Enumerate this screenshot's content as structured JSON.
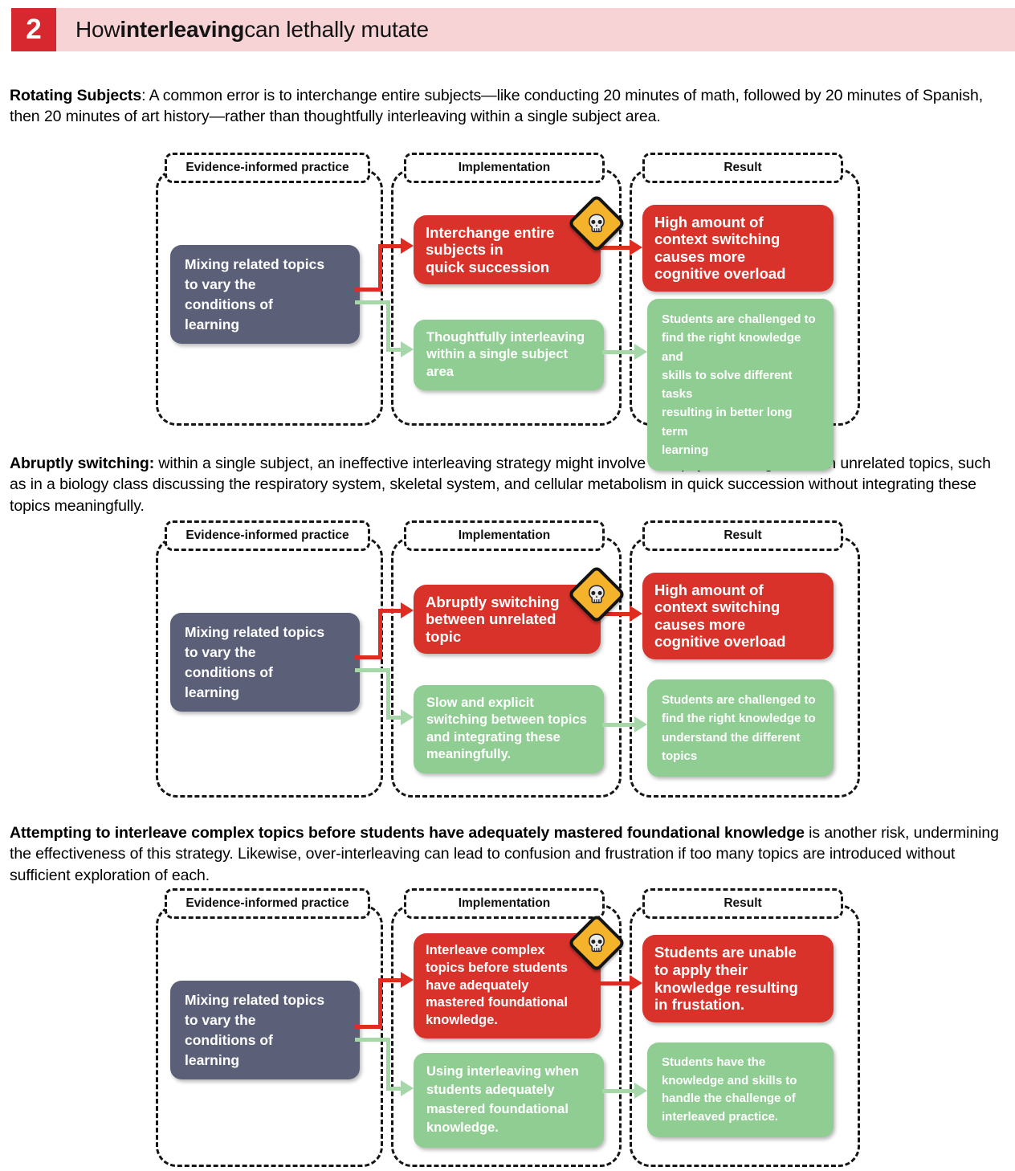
{
  "header": {
    "number": "2",
    "title_prefix": "How ",
    "title_bold": "interleaving",
    "title_suffix": " can lethally mutate"
  },
  "paragraphs": [
    {
      "bold": "Rotating Subjects",
      "rest": ": A common error is to interchange entire subjects—like conducting 20 minutes of math, followed by 20 minutes of Spanish, then 20 minutes of art history—rather than thoughtfully interleaving within a single subject area."
    },
    {
      "bold": "Abruptly switching:",
      "rest": " within a single subject, an ineffective interleaving strategy might involve abruptly switching between unrelated topics, such as in a biology class discussing the respiratory system, skeletal system, and cellular metabolism in quick succession without integrating these topics meaningfully."
    },
    {
      "bold": "Attempting to interleave complex topics before students have adequately mastered foundational knowledge",
      "rest": " is another risk, undermining the effectiveness of this strategy. Likewise, over-interleaving can lead to confusion and frustration if too many topics are introduced without sufficient exploration of each."
    }
  ],
  "column_labels": [
    "Evidence-informed practice",
    "Implementation",
    "Result"
  ],
  "practice_text": "Mixing related topics\nto vary the\nconditions of\nlearning",
  "diagrams": [
    {
      "impl_bad": "Interchange entire\nsubjects in\nquick succession",
      "impl_good": "Thoughtfully interleaving\nwithin a single subject\narea",
      "result_bad": "High amount of\ncontext switching\ncauses more\ncognitive overload",
      "result_good": "Students are challenged to\nfind the right knowledge and\nskills to solve different tasks\nresulting in better long term\nlearning"
    },
    {
      "impl_bad": "Abruptly switching\nbetween unrelated\ntopic",
      "impl_good": "Slow and explicit\nswitching between topics\nand integrating these\nmeaningfully.",
      "result_bad": "High amount of\ncontext switching\ncauses more\ncognitive overload",
      "result_good": "Students are challenged to\nfind the right knowledge to\nunderstand the different\ntopics"
    },
    {
      "impl_bad": "Interleave complex\ntopics before students\nhave adequately\nmastered foundational\nknowledge.",
      "impl_good": "Using interleaving when\nstudents adequately\nmastered foundational\nknowledge.",
      "result_bad": "Students are unable\nto apply their\nknowledge resulting\nin frustation.",
      "result_good": "Students have the\nknowledge and skills to\nhandle the challenge of\ninterleaved practice."
    }
  ],
  "icons": {
    "warning": "skull-in-yellow-diamond"
  },
  "colors": {
    "badge_red": "#d7282f",
    "banner_pink": "#f7d3d6",
    "box_red": "#d8322b",
    "arrow_red": "#e02b20",
    "box_green": "#8fcd92",
    "arrow_green": "#a6d7a8",
    "box_gray": "#5b6078",
    "warning_yellow": "#f4b32a",
    "dash_black": "#151515"
  }
}
